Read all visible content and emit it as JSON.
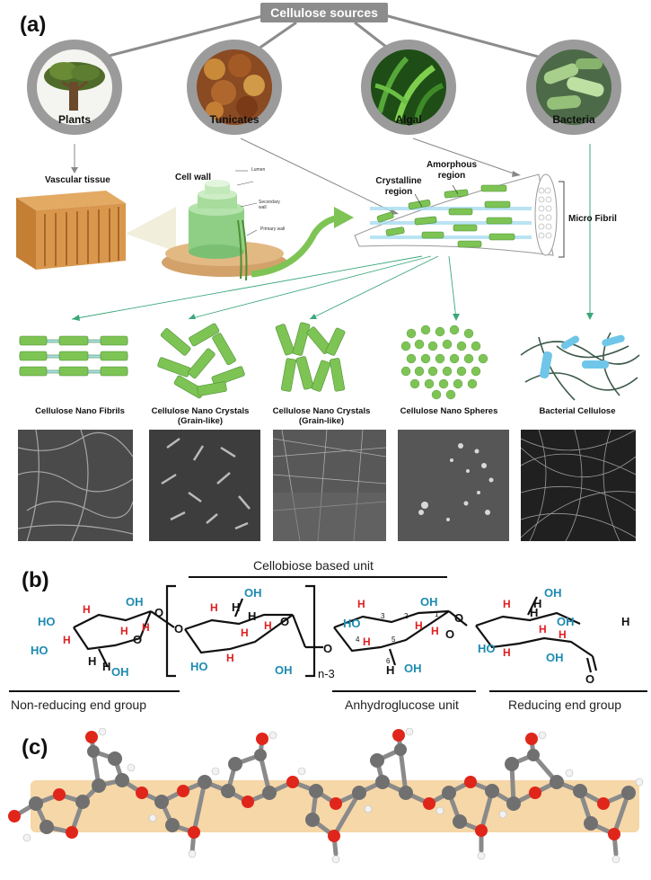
{
  "panels": {
    "a": "(a)",
    "b": "(b)",
    "c": "(c)"
  },
  "root": {
    "label": "Cellulose sources"
  },
  "sources": [
    {
      "label": "Plants",
      "icon": "tree-icon"
    },
    {
      "label": "Tunicates",
      "icon": "tunicate-icon"
    },
    {
      "label": "Algal",
      "icon": "algae-icon"
    },
    {
      "label": "Bacteria",
      "icon": "bacteria-icon"
    }
  ],
  "plant_detail": {
    "vascular_tissue": "Vascular tissue",
    "cell_wall": "Cell wall",
    "lumen": "Lumen",
    "secondary_wall": "Secondary wall",
    "primary_wall": "Primary wall"
  },
  "microfibril": {
    "crystalline": "Crystalline region",
    "amorphous": "Amorphous region",
    "micro_fibril": "Micro Fibril"
  },
  "types": [
    {
      "label": "Cellulose Nano Fibrils"
    },
    {
      "label": "Cellulose Nano Crystals (Grain-like)"
    },
    {
      "label": "Cellulose Nano Crystals (Grain-like)"
    },
    {
      "label": "Cellulose Nano Spheres"
    },
    {
      "label": "Bacterial Cellulose"
    }
  ],
  "structure": {
    "cellobiose_unit": "Cellobiose based unit",
    "repeat_subscript": "n-3",
    "non_reducing_end": "Non-reducing end group",
    "anhydroglucose_unit": "Anhydroglucose unit",
    "reducing_end": "Reducing end group"
  },
  "colors": {
    "green": "#7dc455",
    "dark_green": "#4e8f33",
    "red_h": "#e02020",
    "teal_oh": "#1d8bb0",
    "orange_band": "#f6d7a8",
    "oxygen": "#e0261a",
    "carbon": "#707070"
  }
}
